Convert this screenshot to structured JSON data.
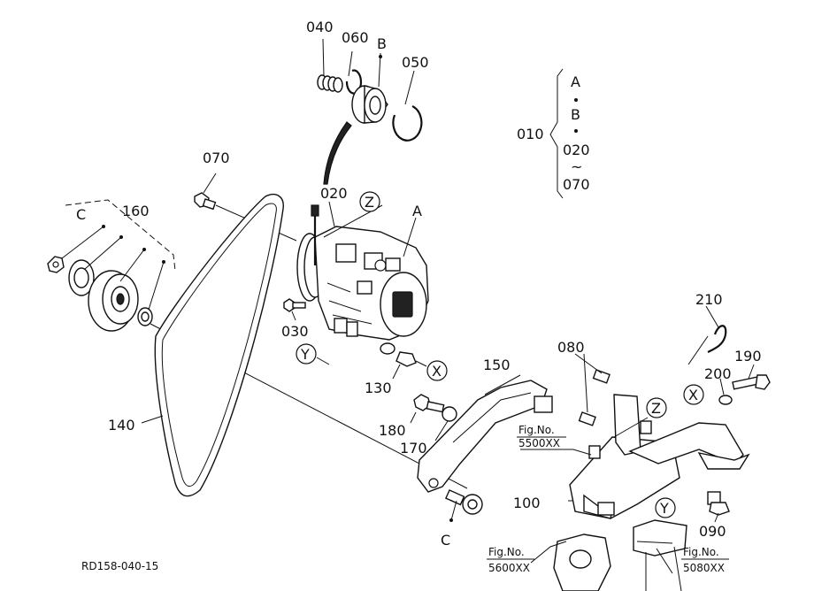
{
  "labels": {
    "p040": "040",
    "p060": "060",
    "pB_top": "B",
    "p050": "050",
    "p010": "010",
    "bracket_A": "A",
    "bracket_B": "B",
    "bracket_020": "020",
    "bracket_tilde": "~",
    "bracket_070": "070",
    "p070": "070",
    "p020": "020",
    "pZ_top": "Z",
    "pA": "A",
    "pC_left": "C",
    "p160": "160",
    "p030": "030",
    "pY_left": "Y",
    "p130": "130",
    "pX_left": "X",
    "p140": "140",
    "p210": "210",
    "p080": "080",
    "p150": "150",
    "p190": "190",
    "p200": "200",
    "pX_right": "X",
    "pZ_right": "Z",
    "p180": "180",
    "p170": "170",
    "fig_5500_a": "Fig.No.",
    "fig_5500_b": "5500XX",
    "p100": "100",
    "pY_right": "Y",
    "pC_bottom": "C",
    "p090": "090",
    "fig_5600_a": "Fig.No.",
    "fig_5600_b": "5600XX",
    "fig_5080_a": "Fig.No.",
    "fig_5080_b": "5080XX",
    "drawing_code": "RD158-040-15"
  },
  "icons": {
    "compressor": "ac-compressor-icon",
    "pulley": "pulley-icon",
    "belt": "v-belt-icon",
    "bracket": "mounting-bracket-icon"
  }
}
